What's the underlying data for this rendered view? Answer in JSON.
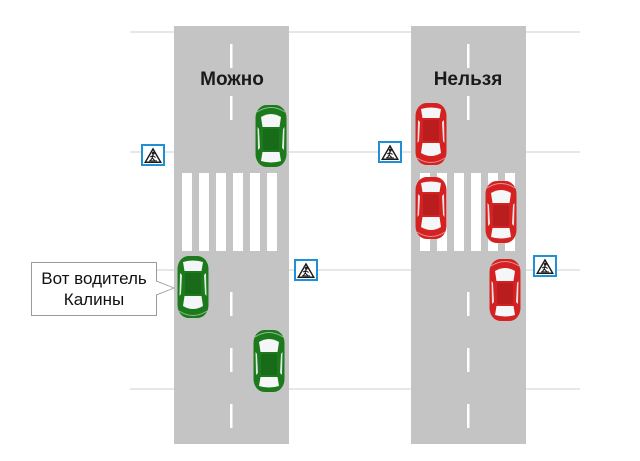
{
  "panels": {
    "left": {
      "heading": "Можно"
    },
    "right": {
      "heading": "Нельзя"
    }
  },
  "callout": {
    "line1": "Вот водитель",
    "line2": "Калины"
  },
  "colors": {
    "road": "#c4c4c4",
    "car_allowed": "#1c7a1c",
    "car_forbidden": "#d42222",
    "sign_background": "#1f8fd6"
  },
  "icons": [
    "pedestrian-crossing-sign-icon",
    "car-icon"
  ]
}
